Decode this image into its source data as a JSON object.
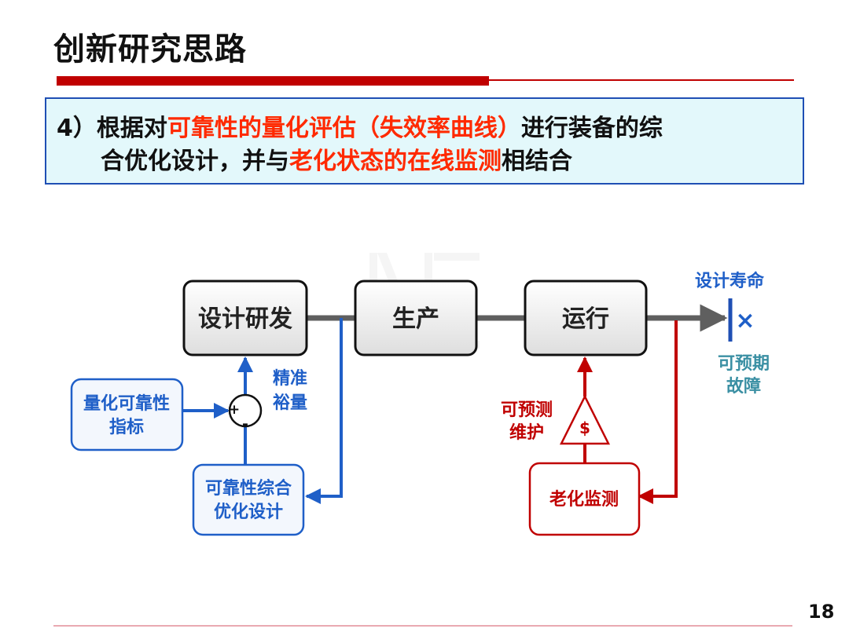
{
  "page": {
    "title": "创新研究思路",
    "number": "18"
  },
  "point": {
    "line1_a": "4）根据对",
    "line1_b": "可靠性的量化评估（失效率曲线）",
    "line1_c": "进行装备的综",
    "line2_a": "合优化设计，并与",
    "line2_b": "老化状态的在线监测",
    "line2_c": "相结合"
  },
  "diagram": {
    "stages": [
      "设计研发",
      "生产",
      "运行"
    ],
    "design_life": "设计寿命",
    "end_mark": "×",
    "predictable_failure": [
      "可预期",
      "故障"
    ],
    "quant_reliability": [
      "量化可靠性",
      "指标"
    ],
    "plus": "+",
    "minus": "-",
    "precise_margin": [
      "精准",
      "裕量"
    ],
    "reliability_design": [
      "可靠性综合",
      "优化设计"
    ],
    "predictive_maintenance": [
      "可预测",
      "维护"
    ],
    "dollar": "$",
    "aging_monitor": "老化监测"
  },
  "colors": {
    "blue": "#1f5fc8",
    "red": "#c00000",
    "gray": "#5f5f5f",
    "teal": "#3a8fa3",
    "accent_red": "#ff2a00"
  }
}
